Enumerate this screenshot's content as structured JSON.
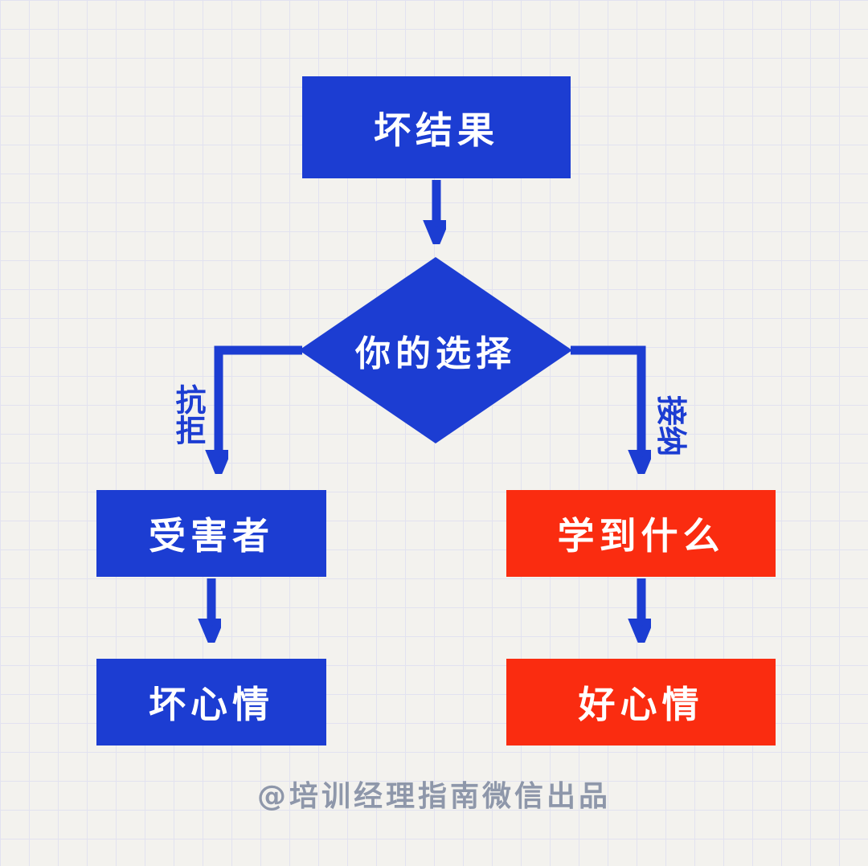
{
  "diagram": {
    "title": "choice-after-bad-outcome flowchart",
    "nodes": {
      "top": {
        "label": "坏结果",
        "shape": "rect",
        "color": "#1c3dd2"
      },
      "decision": {
        "label": "你的选择",
        "shape": "diamond",
        "color": "#1c3dd2"
      },
      "left1": {
        "label": "受害者",
        "shape": "rect",
        "color": "#1c3dd2"
      },
      "left2": {
        "label": "坏心情",
        "shape": "rect",
        "color": "#1c3dd2"
      },
      "right1": {
        "label": "学到什么",
        "shape": "rect",
        "color": "#fa2c10"
      },
      "right2": {
        "label": "好心情",
        "shape": "rect",
        "color": "#fa2c10"
      }
    },
    "edges": [
      {
        "from": "top",
        "to": "decision",
        "label": ""
      },
      {
        "from": "decision",
        "to": "left1",
        "label": "抗拒"
      },
      {
        "from": "decision",
        "to": "right1",
        "label": "接纳"
      },
      {
        "from": "left1",
        "to": "left2",
        "label": ""
      },
      {
        "from": "right1",
        "to": "right2",
        "label": ""
      }
    ],
    "edge_labels": {
      "left": "抗拒",
      "right": "接纳"
    }
  },
  "footer": {
    "text": "@培训经理指南微信出品"
  },
  "colors": {
    "blue": "#1c3dd2",
    "red": "#fa2c10",
    "background": "#f3f2ee",
    "grid": "#e2e2f0",
    "footer_text": "#8e97aa"
  }
}
